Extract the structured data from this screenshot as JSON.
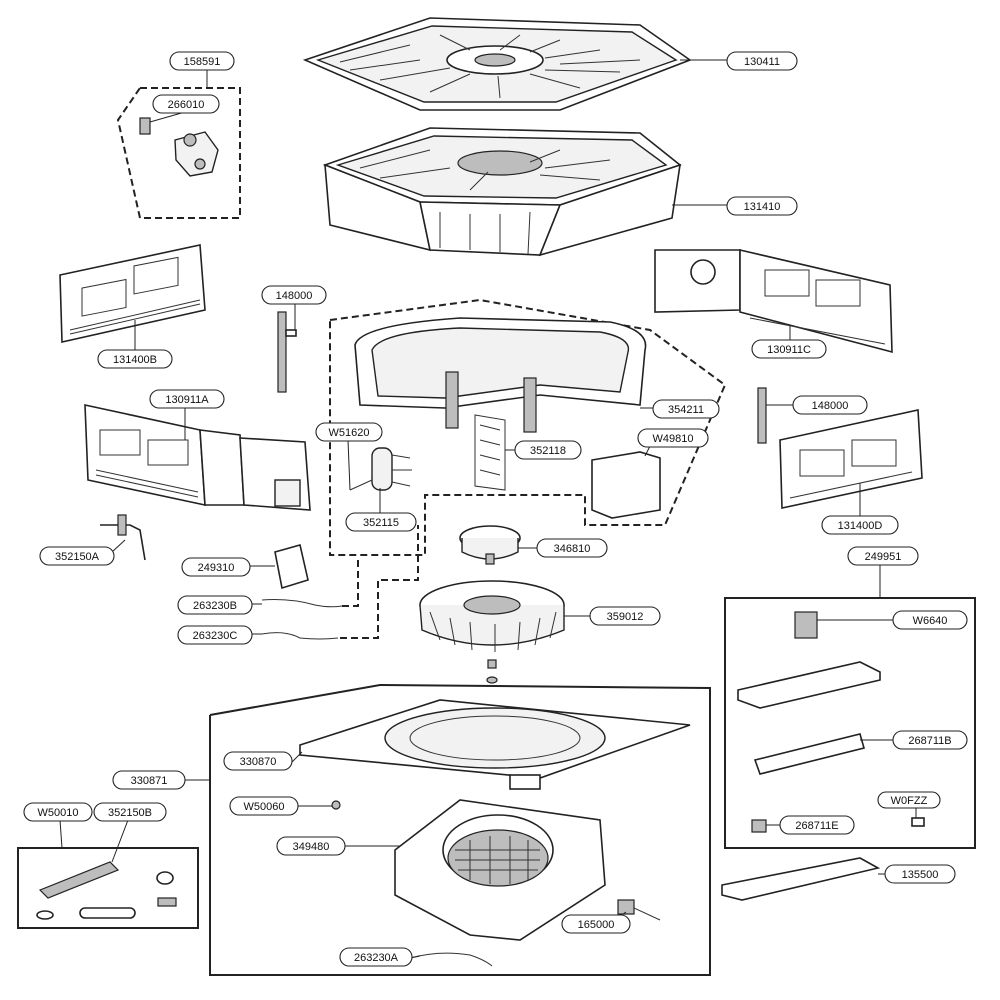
{
  "callouts": {
    "c130411": "130411",
    "c131410": "131410",
    "c158591": "158591",
    "c266010": "266010",
    "c131400B": "131400B",
    "c148000a": "148000",
    "c130911C": "130911C",
    "c130911A": "130911A",
    "c354211": "354211",
    "c148000b": "148000",
    "cW51620": "W51620",
    "cW49810": "W49810",
    "c352118": "352118",
    "c352115": "352115",
    "c131400D": "131400D",
    "c352150A": "352150A",
    "c346810": "346810",
    "c249951": "249951",
    "c249310": "249310",
    "c263230B": "263230B",
    "c359012": "359012",
    "cW6640": "W6640",
    "c263230C": "263230C",
    "c330870": "330870",
    "c268711B": "268711B",
    "c330871": "330871",
    "cW50010": "W50010",
    "c352150B": "352150B",
    "cW50060": "W50060",
    "cW0FZZ": "W0FZZ",
    "c268711E": "268711E",
    "c349480": "349480",
    "c135500": "135500",
    "c165000": "165000",
    "c263230A": "263230A"
  }
}
